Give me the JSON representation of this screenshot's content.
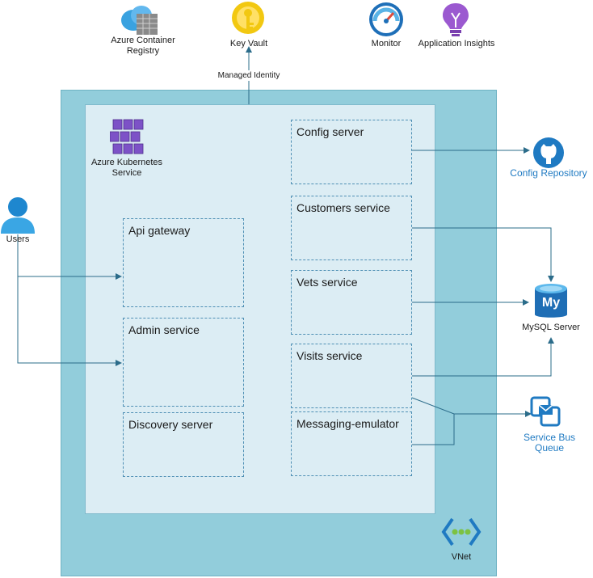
{
  "top_services": {
    "acr": {
      "label_line1": "Azure Container",
      "label_line2": "Registry"
    },
    "key_vault": {
      "label": "Key Vault"
    },
    "monitor": {
      "label": "Monitor"
    },
    "app_insights": {
      "label": "Application Insights"
    }
  },
  "managed_identity_label": "Managed Identity",
  "aks": {
    "label_line1": "Azure Kubernetes",
    "label_line2": "Service"
  },
  "users": {
    "label": "Users"
  },
  "services": {
    "config_server": "Config server",
    "customers_service": "Customers service",
    "vets_service": "Vets service",
    "visits_service": "Visits service",
    "messaging_emulator": "Messaging-emulator",
    "api_gateway": "Api gateway",
    "admin_service": "Admin service",
    "discovery_server": "Discovery server"
  },
  "external": {
    "config_repo": "Config Repository",
    "mysql": "MySQL Server",
    "mysql_badge": "My",
    "service_bus_line1": "Service Bus",
    "service_bus_line2": "Queue"
  },
  "vnet": {
    "label": "VNet"
  },
  "colors": {
    "accent_blue": "#1f7ac2",
    "vnet_fill": "#92cddb",
    "aks_fill": "#dcedf4",
    "connector": "#2b6c8a"
  }
}
